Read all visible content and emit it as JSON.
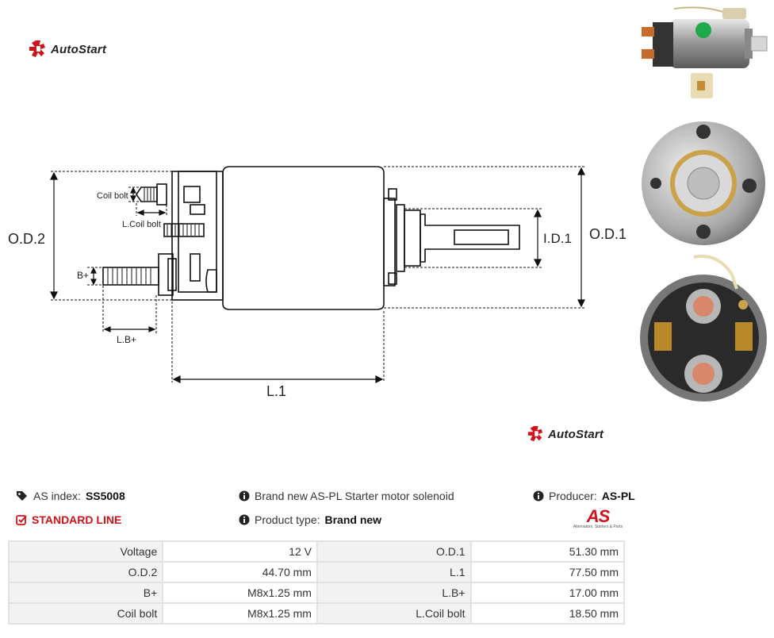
{
  "brand": {
    "name": "AutoStart"
  },
  "drawing": {
    "labels": {
      "od1": "O.D.1",
      "od2": "O.D.2",
      "id1": "I.D.1",
      "l1": "L.1",
      "lb_plus": "L.B+",
      "b_plus": "B+",
      "coil_bolt": "Coil bolt",
      "l_coil_bolt": "L.Coil bolt"
    }
  },
  "info": {
    "as_index_label": "AS index:",
    "as_index_value": "SS5008",
    "line": "STANDARD LINE",
    "description": "Brand new AS-PL Starter motor solenoid",
    "product_type_label": "Product type:",
    "product_type_value": "Brand new",
    "producer_label": "Producer:",
    "producer_value": "AS-PL",
    "as_logo_text": "AS",
    "as_logo_tagline": "Alternators, Starters & Parts"
  },
  "specs": [
    {
      "label": "Voltage",
      "value": "12 V",
      "label2": "O.D.1",
      "value2": "51.30 mm"
    },
    {
      "label": "O.D.2",
      "value": "44.70 mm",
      "label2": "L.1",
      "value2": "77.50 mm"
    },
    {
      "label": "B+",
      "value": "M8x1.25 mm",
      "label2": "L.B+",
      "value2": "17.00 mm"
    },
    {
      "label": "Coil bolt",
      "value": "M8x1.25 mm",
      "label2": "L.Coil bolt",
      "value2": "18.50 mm"
    }
  ],
  "icons": [
    "tags-icon",
    "check-square-icon",
    "info-circle-icon",
    "autostart-logo-icon"
  ],
  "colors": {
    "accent_red": "#d0121a",
    "table_border": "#e2e2e2",
    "label_bg": "#f2f2f2"
  }
}
